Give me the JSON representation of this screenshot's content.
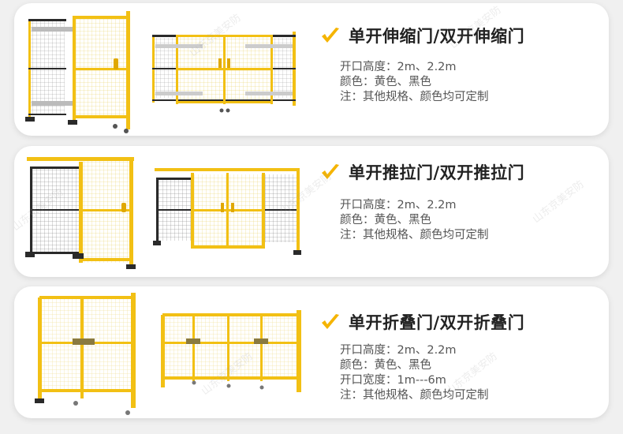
{
  "sections": [
    {
      "title": "单开伸缩门/双开伸缩门",
      "specs": [
        "开口高度：2m、2.2m",
        "颜色：黄色、黑色",
        "注：其他规格、颜色均可定制"
      ]
    },
    {
      "title": "单开推拉门/双开推拉门",
      "specs": [
        "开口高度：2m、2.2m",
        "颜色：黄色、黑色",
        "注：其他规格、颜色均可定制"
      ]
    },
    {
      "title": "单开折叠门/双开折叠门",
      "specs": [
        "开口高度：2m、2.2m",
        "颜色：黄色、黑色",
        "开口宽度：1m---6m",
        "注：其他规格、颜色均可定制"
      ]
    }
  ],
  "watermark": "山东京美安防",
  "colors": {
    "frame_yellow": "#f2c014",
    "mesh_yellow": "#f6e27a",
    "frame_black": "#2a2a2a",
    "check_orange": "#f5b400",
    "card_bg": "#ffffff",
    "page_bg": "#f0f0f0"
  }
}
